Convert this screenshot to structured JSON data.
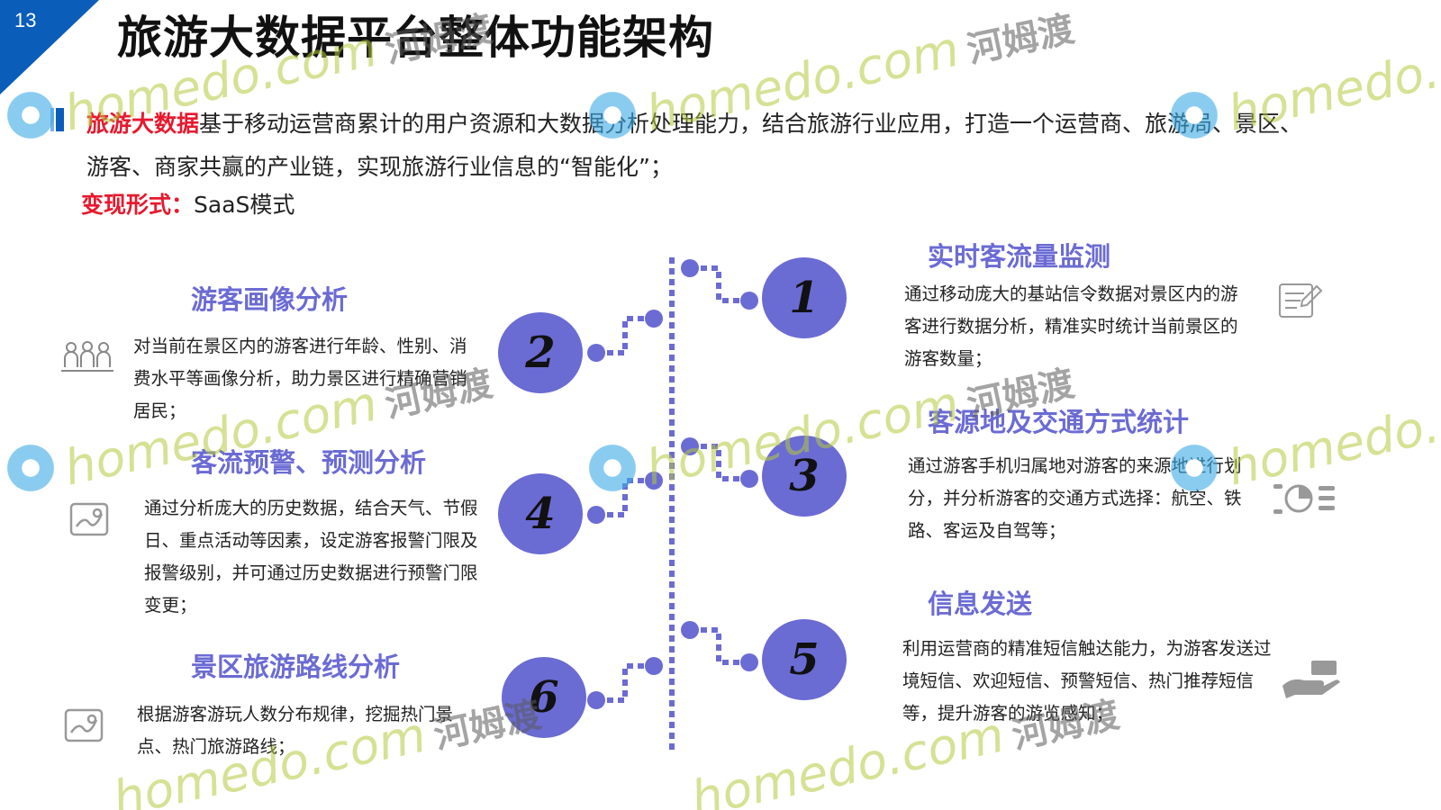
{
  "slide": {
    "page_number": "13",
    "title": "旅游大数据平台整体功能架构"
  },
  "intro": {
    "highlight": "旅游大数据",
    "text": "基于移动运营商累计的用户资源和大数据分析处理能力，结合旅游行业应用，打造一个运营商、旅游局、景区、游客、商家共赢的产业链，实现旅游行业信息的“智能化”；",
    "monetization_label": "变现形式：",
    "monetization_value": "SaaS模式"
  },
  "left_sections": [
    {
      "title": "游客画像分析",
      "desc": "对当前在景区内的游客进行年龄、性别、消费水平等画像分析，助力景区进行精确营销居民；",
      "icon": "people-group-icon"
    },
    {
      "title": "客流预警、预测分析",
      "desc": "通过分析庞大的历史数据，结合天气、节假日、重点活动等因素，设定游客报警门限及报警级别，并可通过历史数据进行预警门限变更；",
      "icon": "map-route-icon"
    },
    {
      "title": "景区旅游路线分析",
      "desc": "根据游客游玩人数分布规律，挖掘热门景点、热门旅游路线；",
      "icon": "map-route-icon"
    }
  ],
  "right_sections": [
    {
      "title": "实时客流量监测",
      "desc": "通过移动庞大的基站信令数据对景区内的游客进行数据分析，精准实时统计当前景区的游客数量；",
      "icon": "clipboard-edit-icon"
    },
    {
      "title": "客源地及交通方式统计",
      "desc": "通过游客手机归属地对游客的来源地进行划分，并分析游客的交通方式选择：航空、铁路、客运及自驾等；",
      "icon": "pie-chart-icon"
    },
    {
      "title": "信息发送",
      "desc": "利用运营商的精准短信触达能力，为游客发送过境短信、欢迎短信、预警短信、热门推荐短信等，提升游客的游览感知；",
      "icon": "hand-message-icon"
    }
  ],
  "numbers": [
    "1",
    "2",
    "3",
    "4",
    "5",
    "6"
  ],
  "watermark": {
    "en": "homedo.com",
    "cn": "河姆渡"
  },
  "colors": {
    "accent": "#6b6bd4",
    "highlight_red": "#e8182d",
    "brand_blue": "#0a5db8"
  }
}
